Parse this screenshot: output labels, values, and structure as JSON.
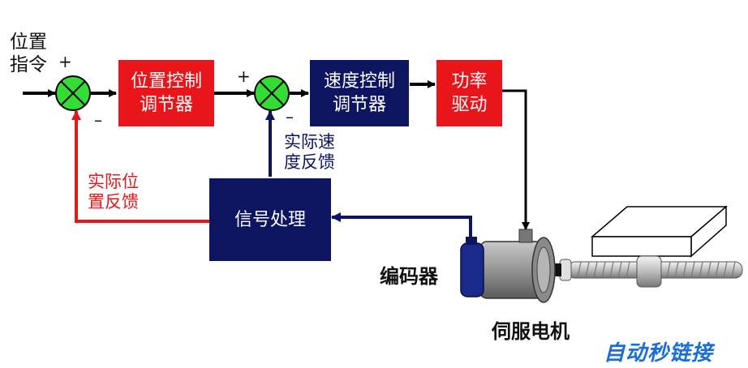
{
  "input": {
    "line1": "位置",
    "line2": "指令"
  },
  "signs": {
    "plus1": "+",
    "minus1": "–",
    "plus2": "+",
    "minus2": "–"
  },
  "blocks": {
    "position_controller": {
      "line1": "位置控制",
      "line2": "调节器"
    },
    "speed_controller": {
      "line1": "速度控制",
      "line2": "调节器"
    },
    "power_drive": {
      "line1": "功率",
      "line2": "驱动"
    },
    "signal_processing": {
      "label": "信号处理"
    }
  },
  "feedback": {
    "position": {
      "line1": "实际位",
      "line2": "置反馈"
    },
    "speed": {
      "line1": "实际速",
      "line2": "度反馈"
    }
  },
  "hardware": {
    "encoder": "编码器",
    "servo_motor": "伺服电机"
  },
  "watermark": "自动秒链接",
  "colors": {
    "red": "#e8151b",
    "navy": "#0d1560",
    "junction_green": "#33dd33",
    "watermark_blue": "#1a6ed8"
  }
}
